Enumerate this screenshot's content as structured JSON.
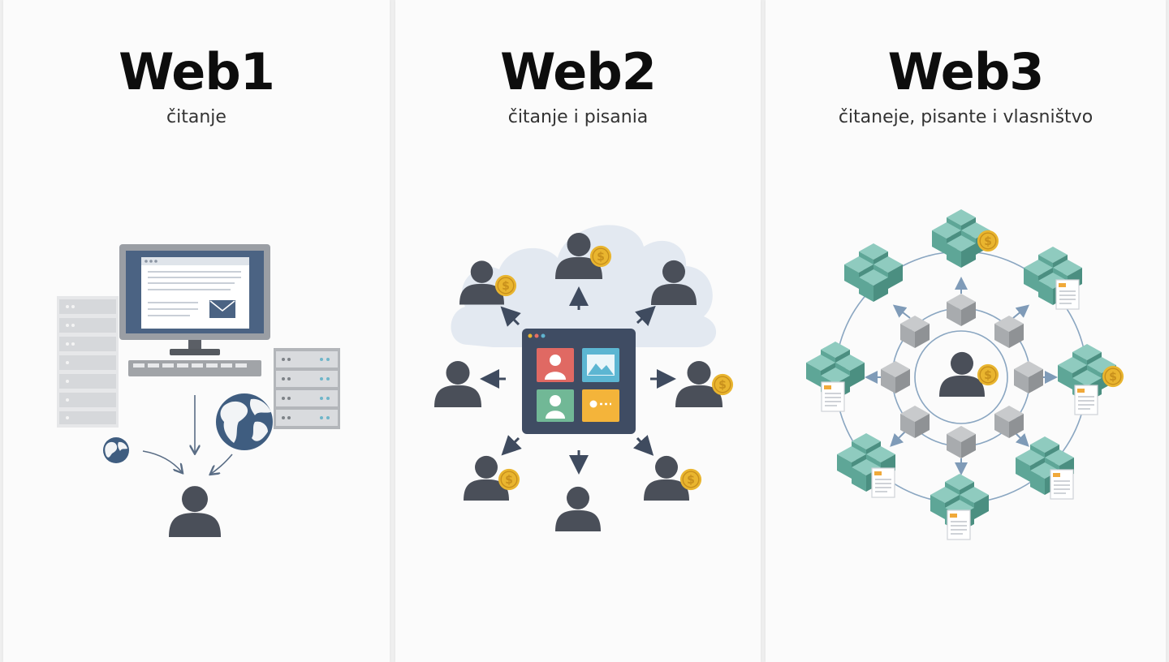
{
  "panels": [
    {
      "title": "Web1",
      "subtitle": "čitanje"
    },
    {
      "title": "Web2",
      "subtitle": "čitanje i pisania"
    },
    {
      "title": "Web3",
      "subtitle": "čitaneje, pisante i vlasništvo"
    }
  ],
  "colors": {
    "person": "#4a4f59",
    "coin": "#e9b52f",
    "cube": "#6fb5a7",
    "node": "#a8abae",
    "arrow": "#4d5b72",
    "cloud": "#e3e9f1",
    "globe": "#3f5d80"
  },
  "icons": [
    "monitor-icon",
    "server-icon",
    "globe-icon",
    "person-icon",
    "coin-icon",
    "cloud-icon",
    "app-grid-icon",
    "cube-cluster-icon",
    "document-icon"
  ]
}
